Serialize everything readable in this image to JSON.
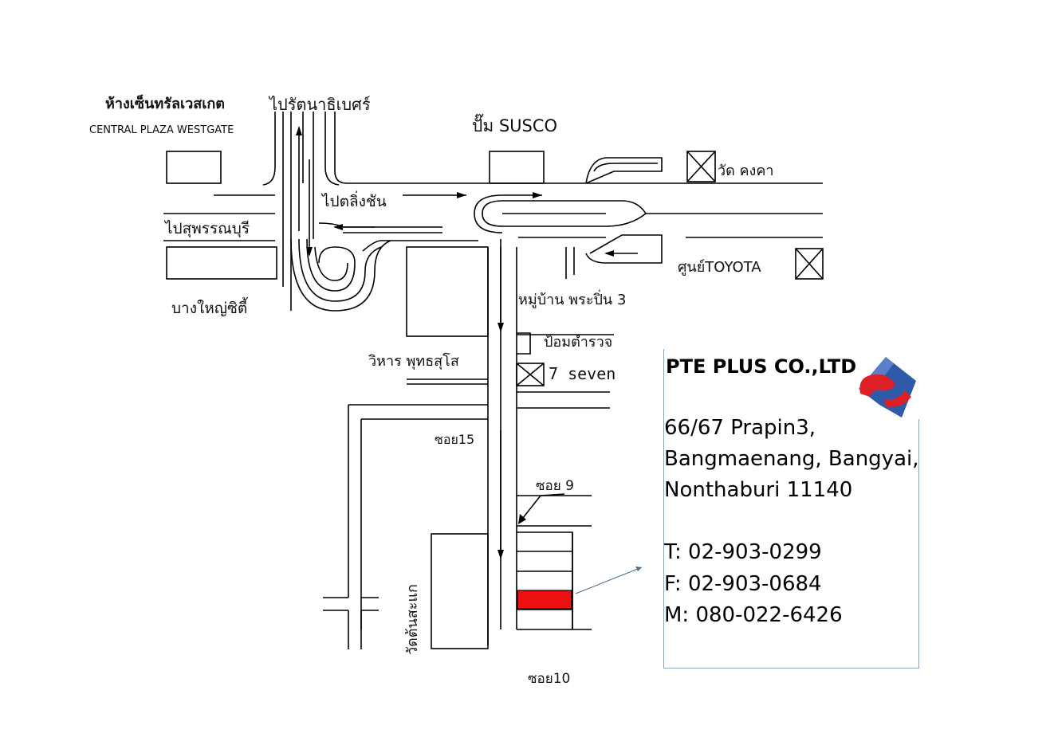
{
  "labels": {
    "central_thai": "ห้างเซ็นทรัลเวสเกต",
    "central_en": "CENTRAL PLAZA WESTGATE",
    "to_rattanathibet": "ไปรัตนาธิเบศร์",
    "susco": "ปั๊ม SUSCO",
    "wat_khongkha": "วัด คงคา",
    "to_talingchan": "ไปตลิ่งชัน",
    "to_suphanburi": "ไปสุพรรณบุรี",
    "toyota": "ศูนย์TOYOTA",
    "bangyai_city": "บางใหญ่ซิตี้",
    "village": "หมู่บ้าน พระปิ่น 3",
    "police_box": "ป้อมตำรวจ",
    "vihara": "วิหาร พุทธสุโส",
    "seven": "7 seven",
    "soi15": "ซอย15",
    "soi9": "ซอย 9",
    "wat_tonsake": "วัดต้นสะแก",
    "soi10": "ซอย10"
  },
  "card": {
    "company": "PTE PLUS CO.,LTD",
    "address": [
      "66/67 Prapin3,",
      "Bangmaenang, Bangyai,",
      "Nonthaburi 11140"
    ],
    "phone": "T: 02-903-0299",
    "fax": "F: 02-903-0684",
    "mobile": "M: 080-022-6426"
  },
  "colors": {
    "highlight": "#ee1111",
    "line": "#000000",
    "card_border": "#8fa3b8",
    "logo_blue": "#2f5aa8",
    "logo_red": "#dd1f26"
  }
}
